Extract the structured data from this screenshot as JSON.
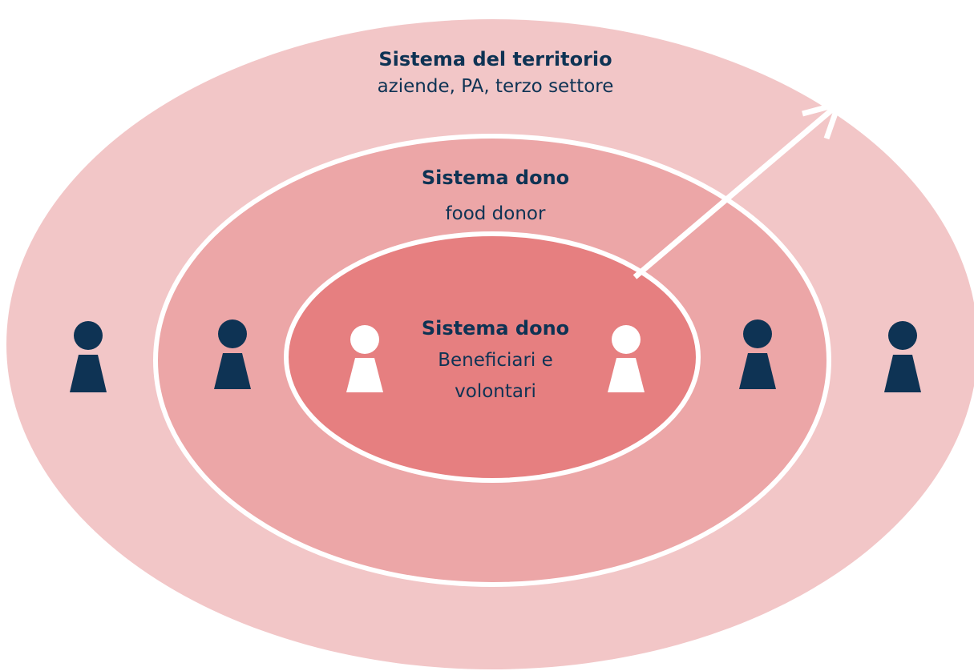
{
  "rings": {
    "outer": {
      "title": "Sistema del territorio",
      "subtitle": "aziende, PA, terzo settore"
    },
    "middle": {
      "title": "Sistema dono",
      "subtitle": "food donor"
    },
    "inner": {
      "title": "Sistema dono",
      "subtitle_line1": "Beneficiari e",
      "subtitle_line2": "volontari"
    }
  },
  "colors": {
    "outer_fill": "#f2c6c7",
    "middle_fill": "#eca6a7",
    "inner_fill": "#e67f80",
    "ring_stroke": "#ffffff",
    "title_text": "#0e3354",
    "body_text": "#0e3354",
    "person_dark": "#0e3354",
    "person_light": "#ffffff",
    "arrow": "#ffffff"
  },
  "icons": {
    "person": "person-icon",
    "arrow": "arrow-icon"
  }
}
